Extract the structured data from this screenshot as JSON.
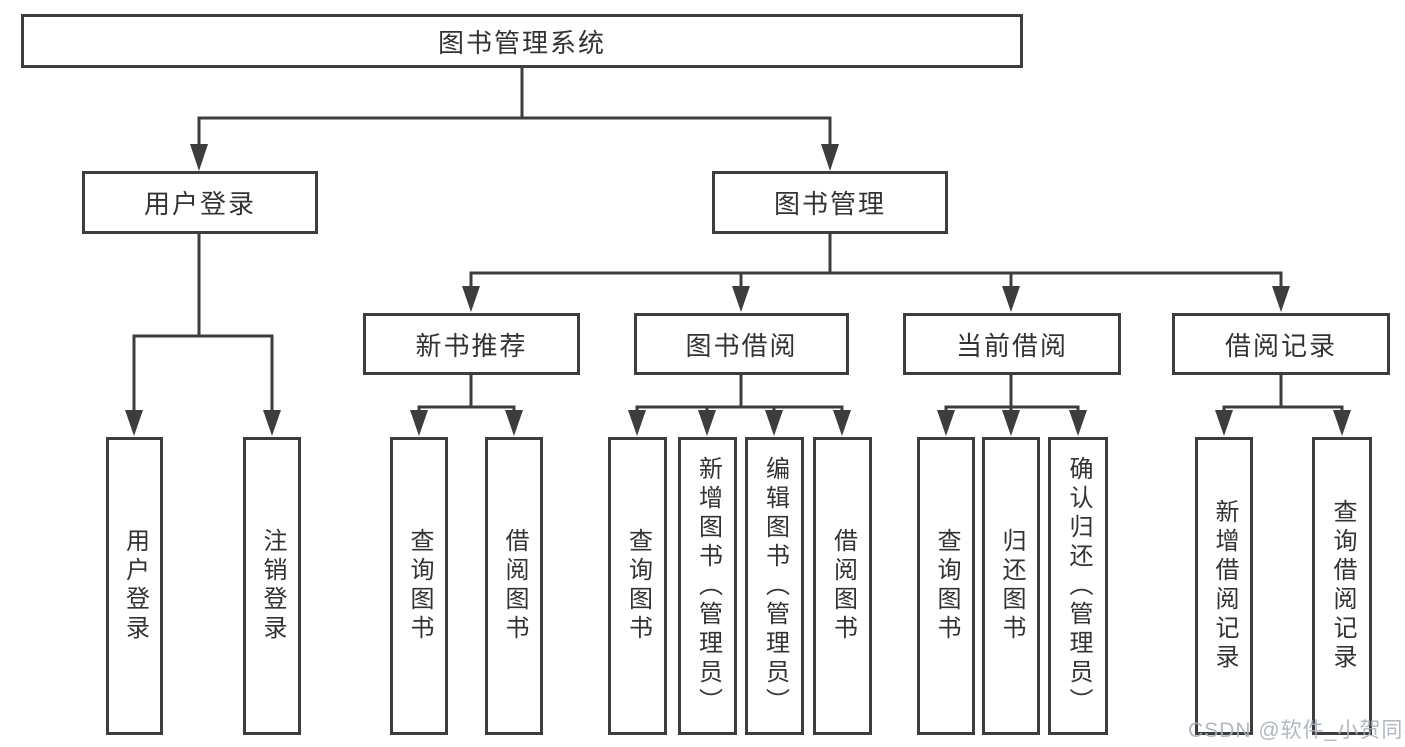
{
  "diagram": {
    "root": {
      "label": "图书管理系统",
      "children": [
        {
          "label": "用户登录",
          "children": [
            {
              "label": "用户登录"
            },
            {
              "label": "注销登录"
            }
          ]
        },
        {
          "label": "图书管理",
          "children": [
            {
              "label": "新书推荐",
              "children": [
                {
                  "label": "查询图书"
                },
                {
                  "label": "借阅图书"
                }
              ]
            },
            {
              "label": "图书借阅",
              "children": [
                {
                  "label": "查询图书"
                },
                {
                  "label": "新增图书（管理员）"
                },
                {
                  "label": "编辑图书（管理员）"
                },
                {
                  "label": "借阅图书"
                }
              ]
            },
            {
              "label": "当前借阅",
              "children": [
                {
                  "label": "查询图书"
                },
                {
                  "label": "归还图书"
                },
                {
                  "label": "确认归还（管理员）"
                }
              ]
            },
            {
              "label": "借阅记录",
              "children": [
                {
                  "label": "新增借阅记录"
                },
                {
                  "label": "查询借阅记录"
                }
              ]
            }
          ]
        }
      ]
    },
    "watermark": "CSDN @软件_小贺同学",
    "colors": {
      "line": "#3d3d3d",
      "text": "#333333",
      "watermark": "#a9b1bc",
      "background": "#ffffff"
    }
  }
}
